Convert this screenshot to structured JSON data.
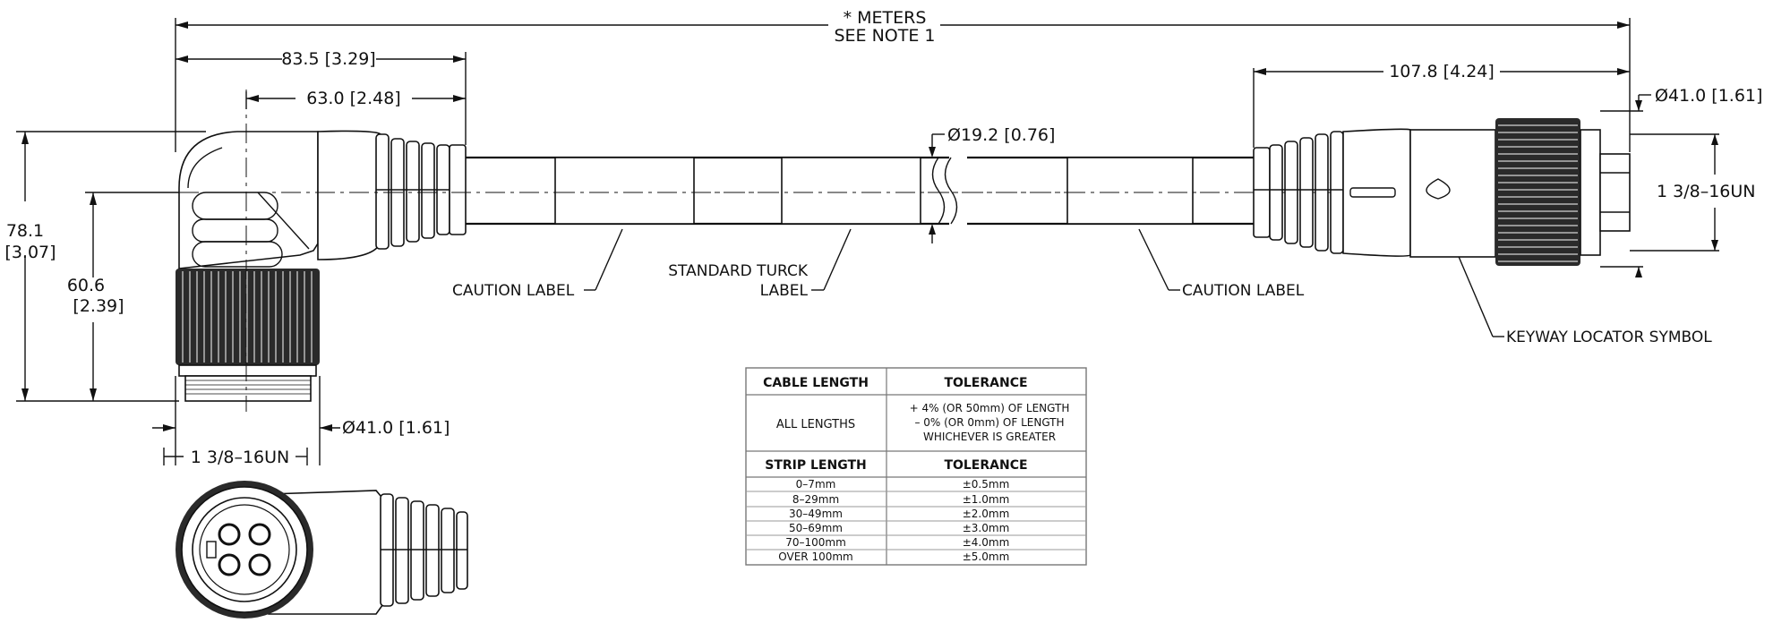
{
  "dimensions": {
    "overall_line1": "* METERS",
    "overall_line2": "SEE NOTE 1",
    "left_len": "83.5 [3.29]",
    "left_inner": "63.0 [2.48]",
    "left_height_a": "78.1",
    "left_height_b": "[3.07]",
    "left_height2_a": "60.6",
    "left_height2_b": "[2.39]",
    "left_dia": "Ø41.0 [1.61]",
    "left_thread": "1 3/8–16UN",
    "cable_dia": "Ø19.2 [0.76]",
    "right_len": "107.8 [4.24]",
    "right_dia": "Ø41.0 [1.61]",
    "right_thread": "1 3/8–16UN"
  },
  "labels": {
    "caution_left": "CAUTION LABEL",
    "std_turck_1": "STANDARD TURCK",
    "std_turck_2": "LABEL",
    "caution_right": "CAUTION LABEL",
    "keyway": "KEYWAY LOCATOR SYMBOL"
  },
  "table": {
    "h1": "CABLE LENGTH",
    "h2": "TOLERANCE",
    "all_lengths": "ALL LENGTHS",
    "tol_line1": "+ 4% (OR 50mm) OF LENGTH",
    "tol_line2": "– 0% (OR 0mm) OF LENGTH",
    "tol_line3": "WHICHEVER IS GREATER",
    "h3": "STRIP LENGTH",
    "h4": "TOLERANCE",
    "rows": [
      {
        "len": "0–7mm",
        "tol": "±0.5mm"
      },
      {
        "len": "8–29mm",
        "tol": "±1.0mm"
      },
      {
        "len": "30–49mm",
        "tol": "±2.0mm"
      },
      {
        "len": "50–69mm",
        "tol": "±3.0mm"
      },
      {
        "len": "70–100mm",
        "tol": "±4.0mm"
      },
      {
        "len": "OVER 100mm",
        "tol": "±5.0mm"
      }
    ]
  }
}
